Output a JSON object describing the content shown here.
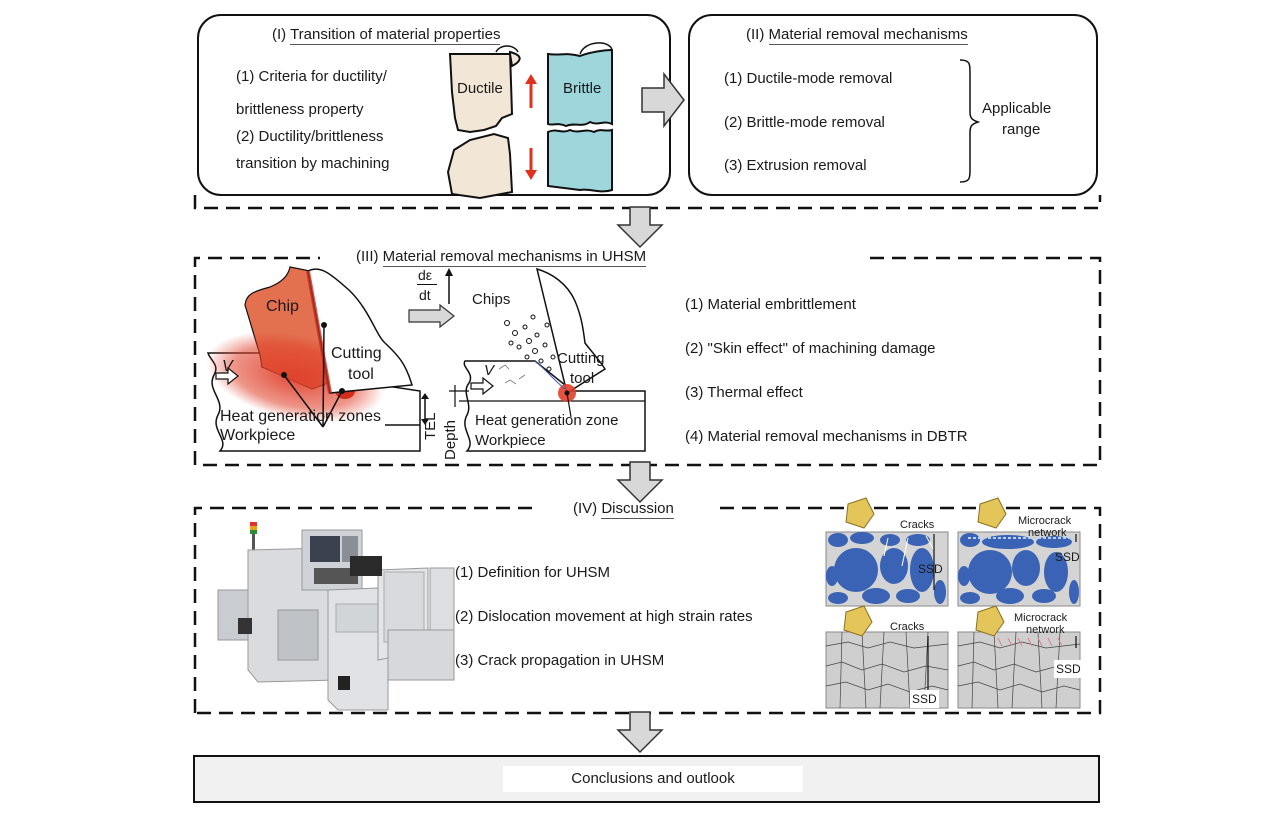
{
  "colors": {
    "ductile": "#f2e6d6",
    "brittle": "#9fd6dc",
    "tension_arrow": "#e0301e",
    "heat_zone": "#e0402a",
    "flow_arrow_fill": "#d8d8d8",
    "grain_blue": "#3a63b5",
    "matrix_gray": "#d4d4d4",
    "tool_yellow": "#e3c55a",
    "conclusion_bg": "#f1f1f1"
  },
  "section1": {
    "prefix": "(I)",
    "title": "Transition of material properties",
    "items": [
      "(1) Criteria for ductility/",
      "brittleness property",
      "(2) Ductility/brittleness",
      "transition by machining"
    ],
    "ductile_label": "Ductile",
    "brittle_label": "Brittle"
  },
  "section2": {
    "prefix": "(II)",
    "title": "Material removal mechanisms",
    "items": [
      "(1) Ductile-mode removal",
      "(2) Brittle-mode removal",
      "(3) Extrusion removal"
    ],
    "bracket_label_line1": "Applicable",
    "bracket_label_line2": "range"
  },
  "section3": {
    "prefix": "(III)",
    "title": "Material removal mechanisms in UHSM",
    "left_diagram": {
      "chip": "Chip",
      "tool_line1": "Cutting",
      "tool_line2": "tool",
      "velocity": "V",
      "heat": "Heat generation zones",
      "workpiece": "Workpiece",
      "tel": "TEL"
    },
    "strain_rate_num": "dε",
    "strain_rate_den": "dt",
    "right_diagram": {
      "chips": "Chips",
      "tool_line1": "Cutting",
      "tool_line2": "tool",
      "velocity": "V",
      "heat": "Heat generation zone",
      "workpiece": "Workpiece",
      "depth": "Depth"
    },
    "items": [
      "(1) Material embrittlement",
      "(2) \"Skin effect\" of machining damage",
      "(3) Thermal effect",
      "(4) Material removal mechanisms in DBTR"
    ]
  },
  "section4": {
    "prefix": "(IV)",
    "title": "Discussion",
    "items": [
      "(1) Definition for UHSM",
      "(2) Dislocation movement at high strain rates",
      "(3) Crack propagation in UHSM"
    ],
    "panels": {
      "top_left": {
        "label": "Cracks",
        "ssd": "SSD"
      },
      "top_right": {
        "label_line1": "Microcrack",
        "label_line2": "network",
        "ssd": "SSD"
      },
      "bottom_left": {
        "label": "Cracks",
        "ssd": "SSD"
      },
      "bottom_right": {
        "label_line1": "Microcrack",
        "label_line2": "network",
        "ssd": "SSD"
      }
    }
  },
  "conclusion": {
    "label": "Conclusions and outlook"
  }
}
